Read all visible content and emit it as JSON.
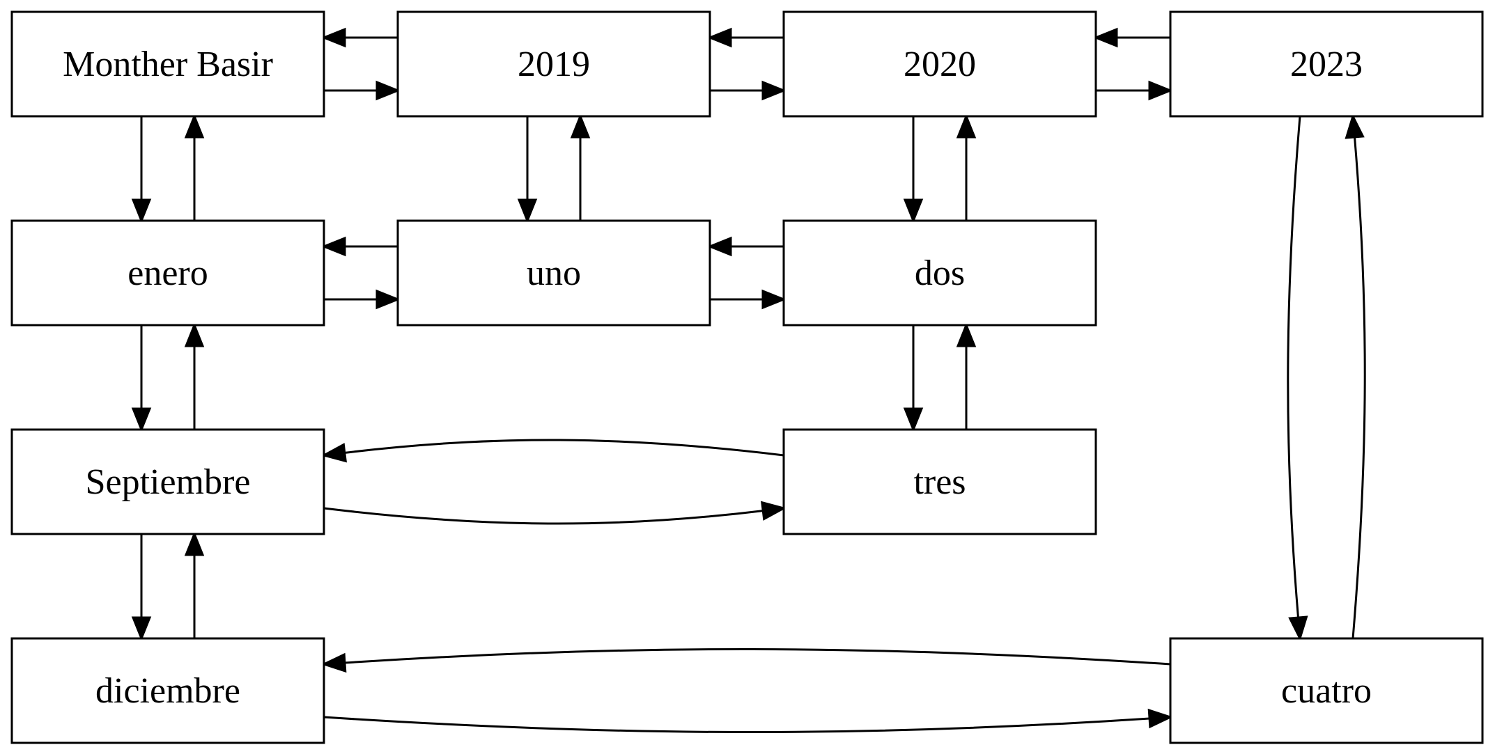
{
  "diagram": {
    "type": "graph",
    "nodes": [
      {
        "id": "monther_basir",
        "label": "Monther Basir"
      },
      {
        "id": "y2019",
        "label": "2019"
      },
      {
        "id": "y2020",
        "label": "2020"
      },
      {
        "id": "y2023",
        "label": "2023"
      },
      {
        "id": "enero",
        "label": "enero"
      },
      {
        "id": "uno",
        "label": "uno"
      },
      {
        "id": "dos",
        "label": "dos"
      },
      {
        "id": "septiembre",
        "label": "Septiembre"
      },
      {
        "id": "tres",
        "label": "tres"
      },
      {
        "id": "diciembre",
        "label": "diciembre"
      },
      {
        "id": "cuatro",
        "label": "cuatro"
      }
    ],
    "edges": [
      {
        "from": "monther_basir",
        "to": "y2019"
      },
      {
        "from": "y2019",
        "to": "monther_basir"
      },
      {
        "from": "y2019",
        "to": "y2020"
      },
      {
        "from": "y2020",
        "to": "y2019"
      },
      {
        "from": "y2020",
        "to": "y2023"
      },
      {
        "from": "y2023",
        "to": "y2020"
      },
      {
        "from": "monther_basir",
        "to": "enero"
      },
      {
        "from": "enero",
        "to": "monther_basir"
      },
      {
        "from": "y2019",
        "to": "uno"
      },
      {
        "from": "uno",
        "to": "y2019"
      },
      {
        "from": "y2020",
        "to": "dos"
      },
      {
        "from": "dos",
        "to": "y2020"
      },
      {
        "from": "y2023",
        "to": "cuatro"
      },
      {
        "from": "cuatro",
        "to": "y2023"
      },
      {
        "from": "enero",
        "to": "uno"
      },
      {
        "from": "uno",
        "to": "enero"
      },
      {
        "from": "uno",
        "to": "dos"
      },
      {
        "from": "dos",
        "to": "uno"
      },
      {
        "from": "enero",
        "to": "septiembre"
      },
      {
        "from": "septiembre",
        "to": "enero"
      },
      {
        "from": "dos",
        "to": "tres"
      },
      {
        "from": "tres",
        "to": "dos"
      },
      {
        "from": "septiembre",
        "to": "tres"
      },
      {
        "from": "tres",
        "to": "septiembre"
      },
      {
        "from": "septiembre",
        "to": "diciembre"
      },
      {
        "from": "diciembre",
        "to": "septiembre"
      },
      {
        "from": "diciembre",
        "to": "cuatro"
      },
      {
        "from": "cuatro",
        "to": "diciembre"
      }
    ]
  }
}
